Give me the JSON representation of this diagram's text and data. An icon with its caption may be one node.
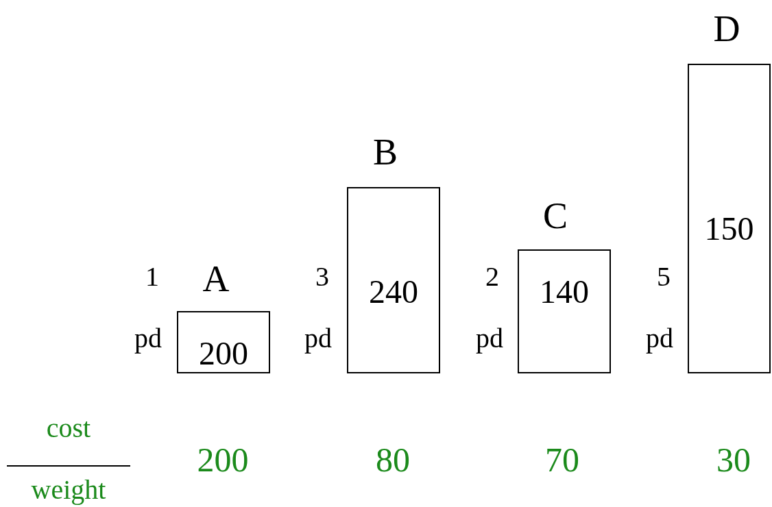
{
  "diagram": {
    "nodes": [
      {
        "text": [
          "A",
          "200"
        ],
        "beside": [
          "1",
          "pd"
        ]
      },
      {
        "text": [
          "B",
          "240"
        ],
        "beside": [
          "3",
          "pd"
        ]
      },
      {
        "text": [
          "C",
          "140"
        ],
        "beside": [
          "2",
          "pd"
        ]
      },
      {
        "text": [
          "D",
          "150"
        ],
        "beside": [
          "5",
          "pd"
        ]
      }
    ],
    "edges": [],
    "labels": [
      "cost",
      "weight",
      "200",
      "80",
      "70",
      "30"
    ]
  }
}
